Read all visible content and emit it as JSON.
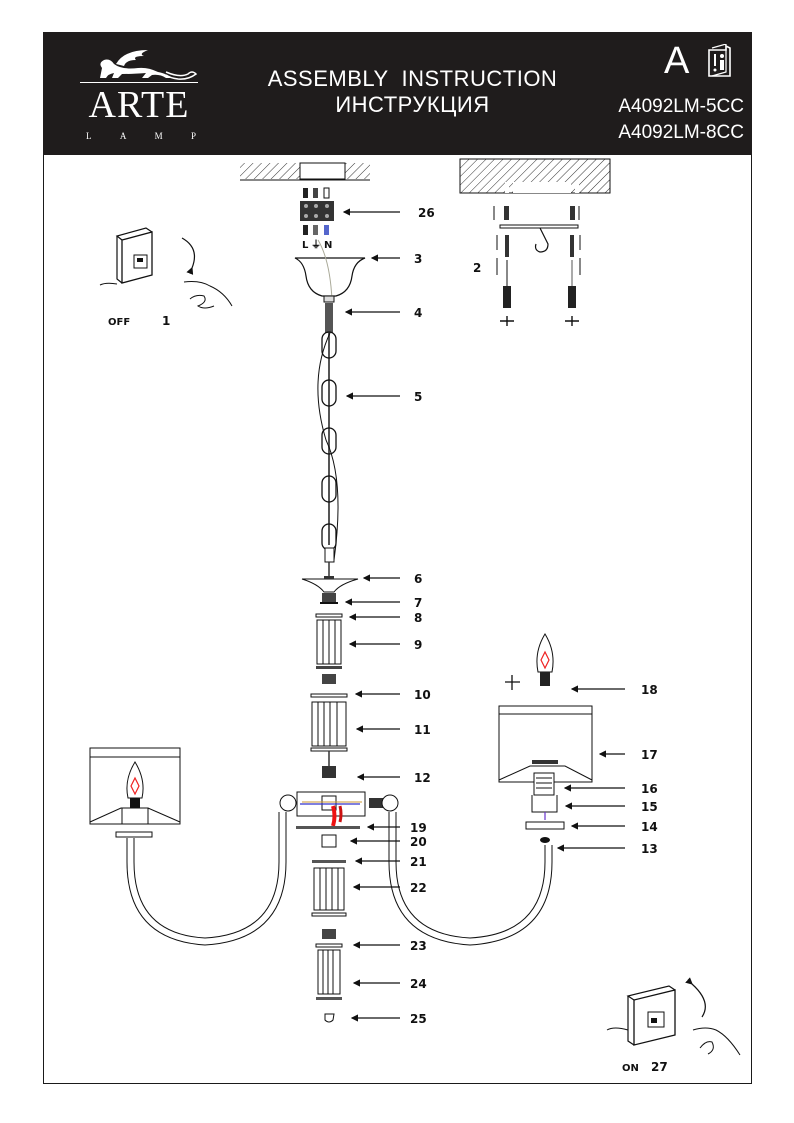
{
  "header": {
    "brand": "ARTE",
    "brand_sub": [
      "L",
      "A",
      "M",
      "P"
    ],
    "title_en": "ASSEMBLY  INSTRUCTION",
    "title_ru": "ИНСТРУКЦИЯ",
    "language_code": "A",
    "info_icon": "instruction-book-icon",
    "models": [
      "A4092LM-5CC",
      "A4092LM-8CC"
    ]
  },
  "steps": {
    "power_off": {
      "number": "1",
      "caption": "OFF"
    },
    "mount": {
      "number": "2"
    },
    "power_on": {
      "number": "27",
      "caption": "ON"
    }
  },
  "wire_labels": [
    "L",
    "⏚",
    "N"
  ],
  "parts": [
    {
      "id": "26",
      "name": "terminal-block"
    },
    {
      "id": "3",
      "name": "ceiling-canopy"
    },
    {
      "id": "4",
      "name": "canopy-fixing-nut"
    },
    {
      "id": "5",
      "name": "chain"
    },
    {
      "id": "6",
      "name": "top-cup"
    },
    {
      "id": "7",
      "name": "connector-ring"
    },
    {
      "id": "8",
      "name": "washer"
    },
    {
      "id": "9",
      "name": "fluted-column-upper"
    },
    {
      "id": "10",
      "name": "washer"
    },
    {
      "id": "11",
      "name": "fluted-column-middle"
    },
    {
      "id": "12",
      "name": "arm-junction-body"
    },
    {
      "id": "13",
      "name": "curved-arm"
    },
    {
      "id": "14",
      "name": "bobeche-plate"
    },
    {
      "id": "15",
      "name": "socket-cup"
    },
    {
      "id": "16",
      "name": "lamp-socket"
    },
    {
      "id": "17",
      "name": "lamp-shade"
    },
    {
      "id": "18",
      "name": "bulb"
    },
    {
      "id": "19",
      "name": "bottom-plate"
    },
    {
      "id": "20",
      "name": "connector-ring"
    },
    {
      "id": "21",
      "name": "washer"
    },
    {
      "id": "22",
      "name": "fluted-column-lower"
    },
    {
      "id": "23",
      "name": "connector-ring"
    },
    {
      "id": "24",
      "name": "fluted-column-bottom"
    },
    {
      "id": "25",
      "name": "finial"
    }
  ]
}
